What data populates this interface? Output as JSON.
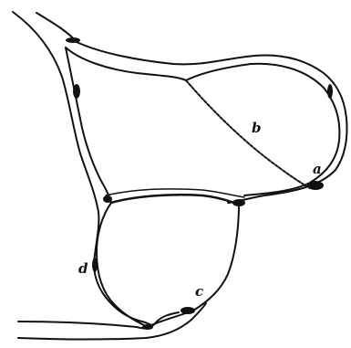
{
  "labels": {
    "a": "a",
    "b": "b",
    "c": "c",
    "d": "d"
  },
  "colors": {
    "background": "#ffffff",
    "ink": "#111111"
  }
}
